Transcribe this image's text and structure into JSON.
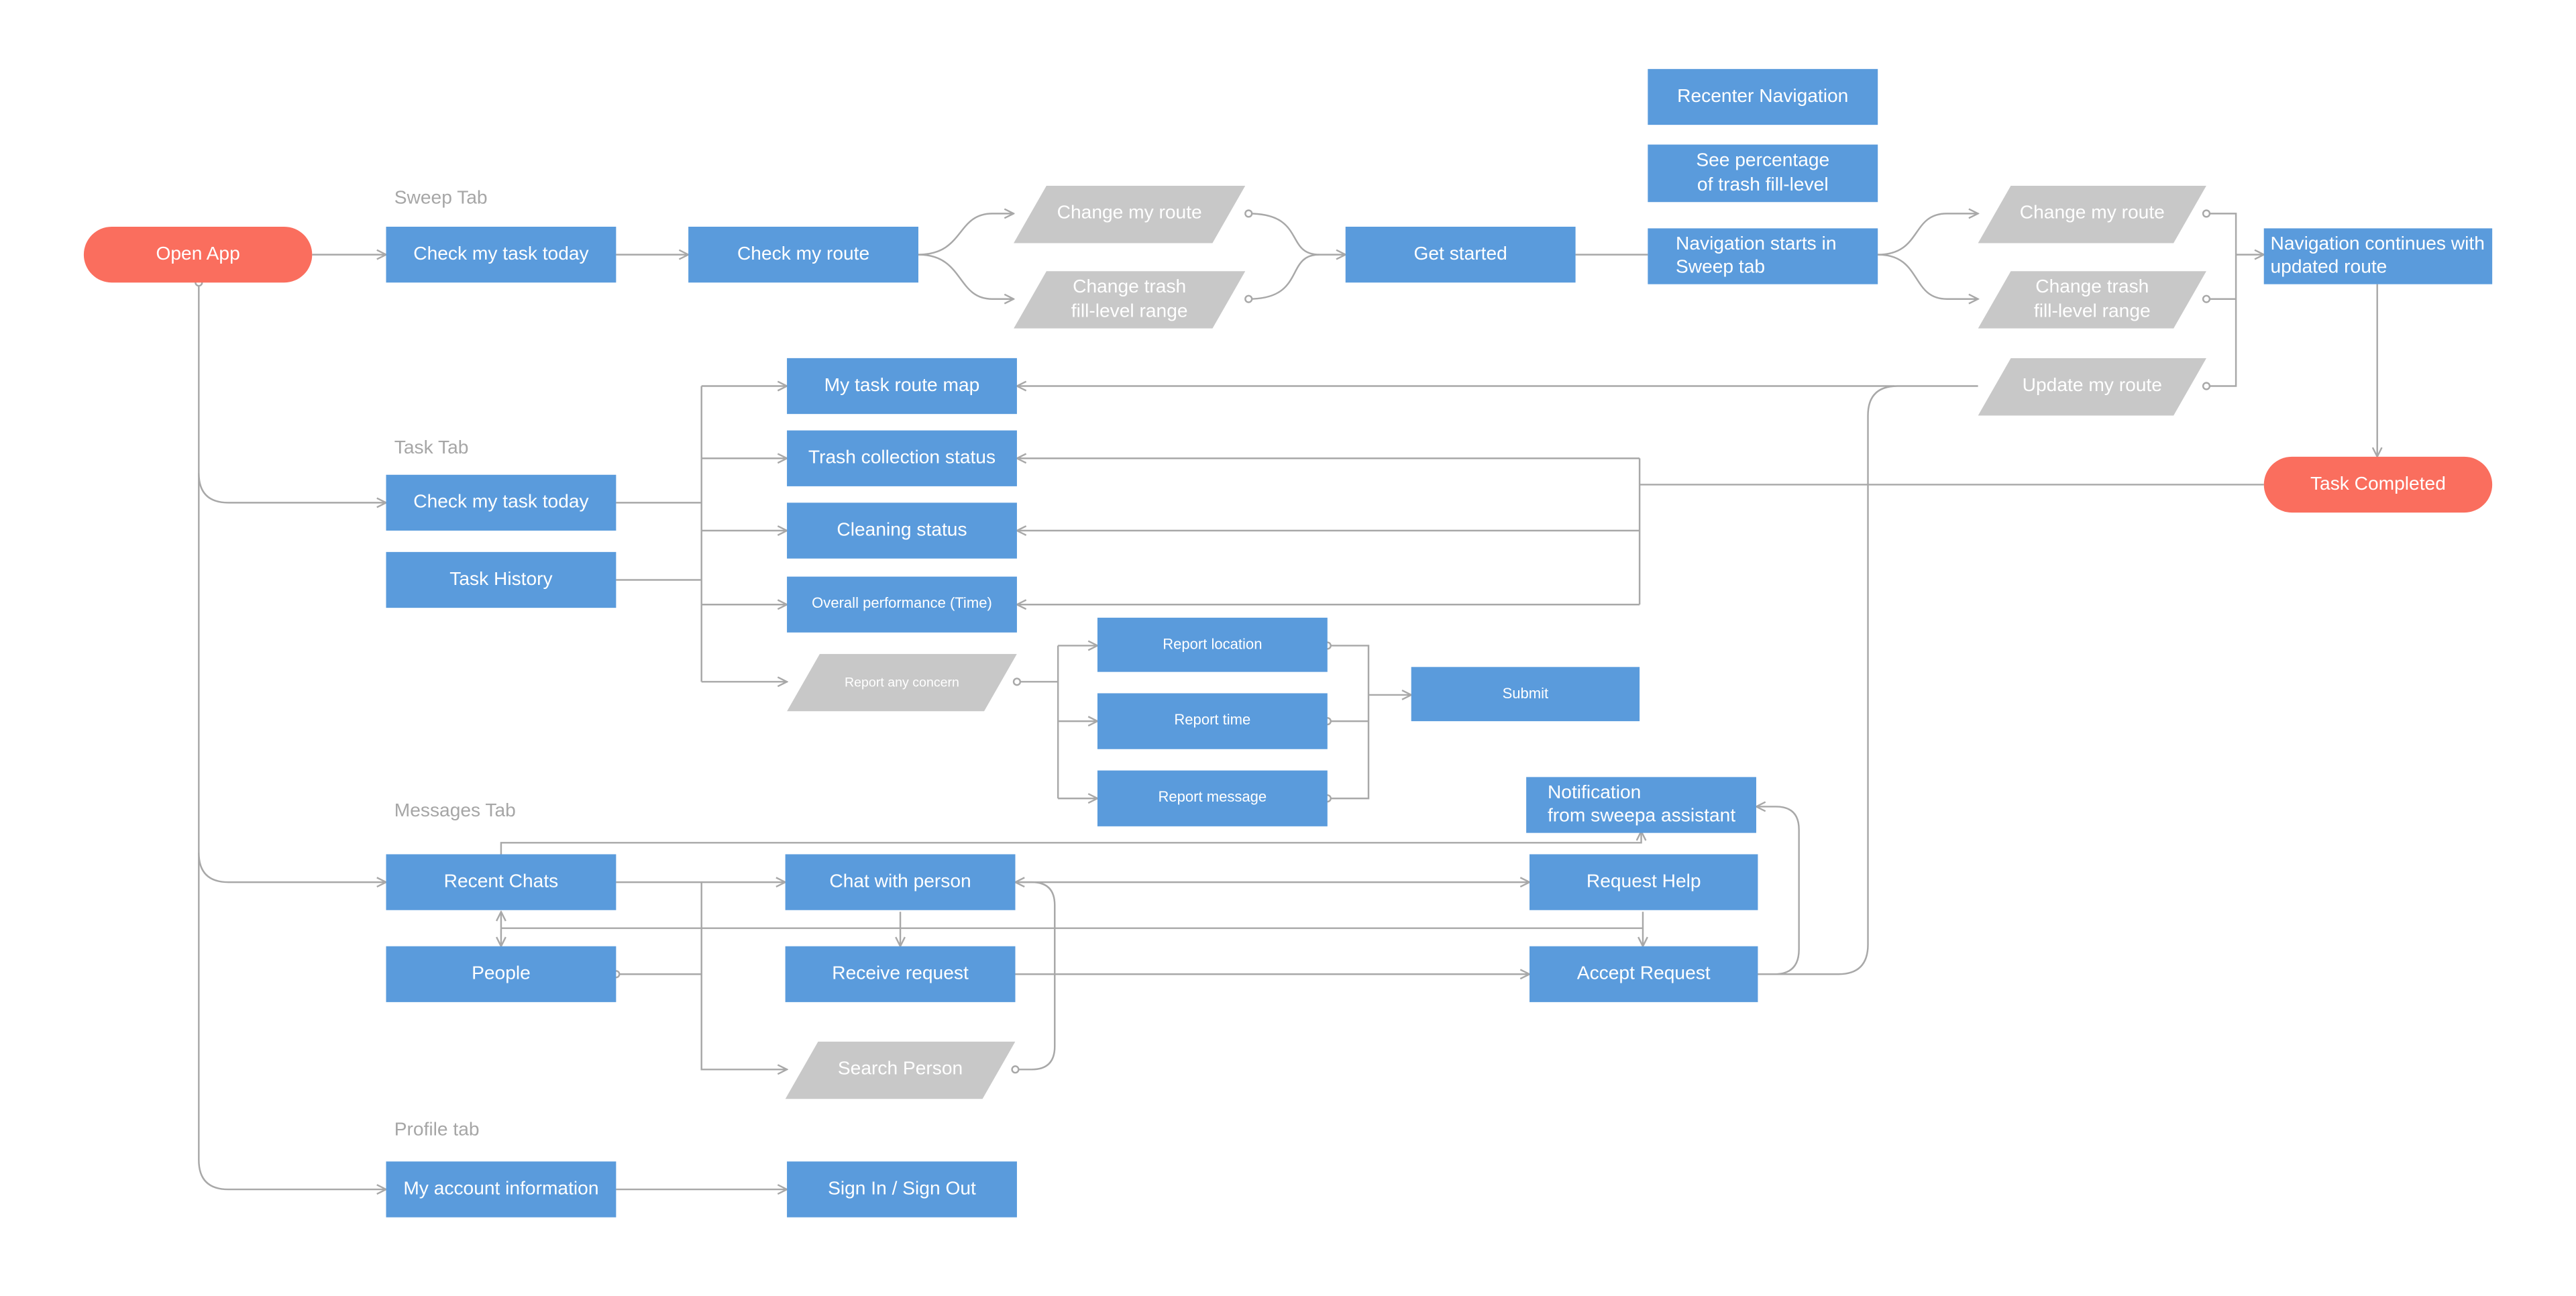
{
  "sections": {
    "sweep": "Sweep Tab",
    "task": "Task Tab",
    "messages": "Messages Tab",
    "profile": "Profile tab"
  },
  "nodes": {
    "open_app": "Open App",
    "sweep_check_task": "Check my task today",
    "check_route": "Check my route",
    "change_route_1": "Change my route",
    "change_trash_1": [
      "Change trash",
      "fill-level range"
    ],
    "get_started": "Get started",
    "recenter": "Recenter Navigation",
    "see_percentage": [
      "See percentage",
      "of trash fill-level"
    ],
    "nav_starts": [
      "Navigation starts in",
      "Sweep tab"
    ],
    "change_route_2": "Change my route",
    "change_trash_2": [
      "Change trash",
      "fill-level range"
    ],
    "update_route": "Update my route",
    "nav_continues": [
      "Navigation continues with",
      "updated route"
    ],
    "task_completed": "Task Completed",
    "task_route_map": "My task route map",
    "trash_status": "Trash collection status",
    "cleaning_status": "Cleaning status",
    "overall_perf": "Overall performance (Time)",
    "report_concern": "Report any concern",
    "task_check_task": "Check my task today",
    "task_history": "Task History",
    "report_location": "Report location",
    "report_time": "Report time",
    "report_message": "Report message",
    "submit": "Submit",
    "notification": [
      "Notification",
      "from sweepa assistant"
    ],
    "recent_chats": "Recent Chats",
    "chat_person": "Chat with person",
    "request_help": "Request Help",
    "people": "People",
    "receive_request": "Receive request",
    "accept_request": "Accept Request",
    "search_person": "Search Person",
    "account_info": "My account information",
    "sign_in_out": "Sign In / Sign Out"
  },
  "colors": {
    "box": "#5a9bdc",
    "terminal": "#fa6e5e",
    "decision": "#c8c8c8",
    "connector": "#a8a8a8",
    "section_label": "#a6a6a6"
  }
}
